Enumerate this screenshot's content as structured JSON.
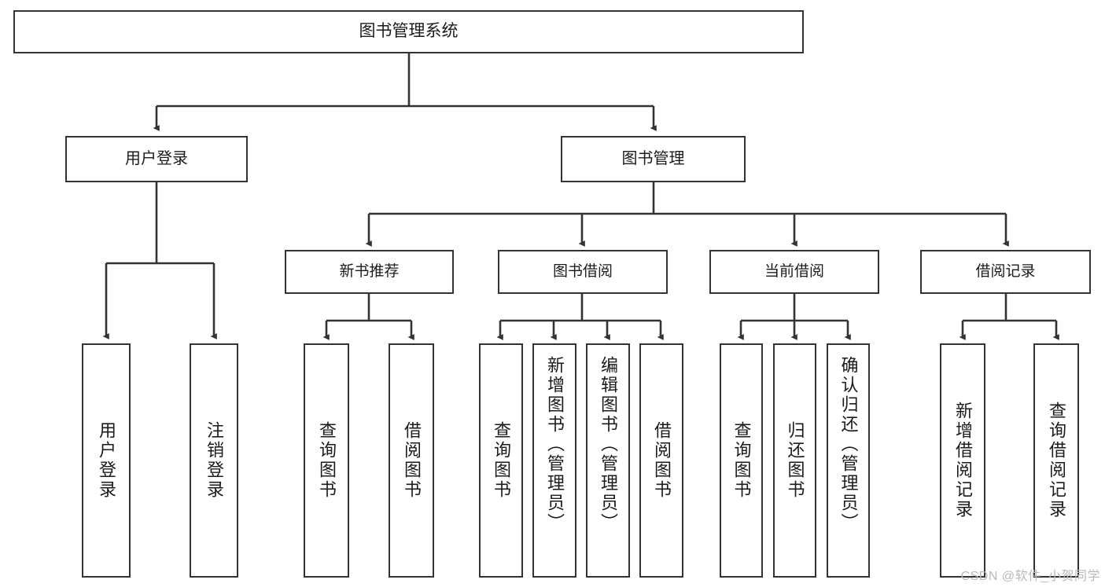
{
  "diagram": {
    "title": "图书管理系统",
    "watermark": "CSDN @软件_小贺同学",
    "line_color": "#333333",
    "box_border_color": "#333333",
    "box_fill_color": "#ffffff",
    "text_color": "#1b1b1b",
    "root": {
      "label": "图书管理系统"
    },
    "level2": [
      {
        "label": "用户登录"
      },
      {
        "label": "图书管理"
      }
    ],
    "level3": [
      {
        "label": "新书推荐"
      },
      {
        "label": "图书借阅"
      },
      {
        "label": "当前借阅"
      },
      {
        "label": "借阅记录"
      }
    ],
    "leaves": {
      "user_login": [
        {
          "label": "用户登录"
        },
        {
          "label": "注销登录"
        }
      ],
      "new_book_recommend": [
        {
          "label": "查询图书"
        },
        {
          "label": "借阅图书"
        }
      ],
      "book_borrow": [
        {
          "label": "查询图书"
        },
        {
          "label": "新增图书（管理员）"
        },
        {
          "label": "编辑图书（管理员）"
        },
        {
          "label": "借阅图书"
        }
      ],
      "current_borrow": [
        {
          "label": "查询图书"
        },
        {
          "label": "归还图书"
        },
        {
          "label": "确认归还（管理员）"
        }
      ],
      "borrow_record": [
        {
          "label": "新增借阅记录"
        },
        {
          "label": "查询借阅记录"
        }
      ]
    }
  }
}
